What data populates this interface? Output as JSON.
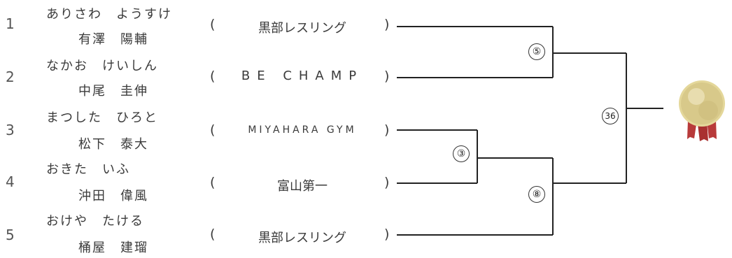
{
  "entries": [
    {
      "num": "1",
      "kana": "ありさわ　ようすけ",
      "name": "有澤　陽輔",
      "team": "黒部レスリング"
    },
    {
      "num": "2",
      "kana": "なかお　けいしん",
      "name": "中尾　圭伸",
      "team": "BE CHAMP"
    },
    {
      "num": "3",
      "kana": "まつした　ひろと",
      "name": "松下　泰大",
      "team": "MIYAHARA GYM"
    },
    {
      "num": "4",
      "kana": "おきた　いふ",
      "name": "沖田　偉風",
      "team": "富山第一"
    },
    {
      "num": "5",
      "kana": "おけや　たける",
      "name": "桶屋　建瑠",
      "team": "黒部レスリング"
    }
  ],
  "paren_open": "(",
  "paren_close": ")",
  "matches": [
    {
      "id": "5",
      "label": "⑤"
    },
    {
      "id": "3",
      "label": "③"
    },
    {
      "id": "8",
      "label": "⑧"
    },
    {
      "id": "36",
      "label": "36"
    }
  ],
  "medal": {
    "color": "#d8c98a",
    "ribbon_color": "#b83a3a",
    "icon": "gold-medal-icon"
  }
}
